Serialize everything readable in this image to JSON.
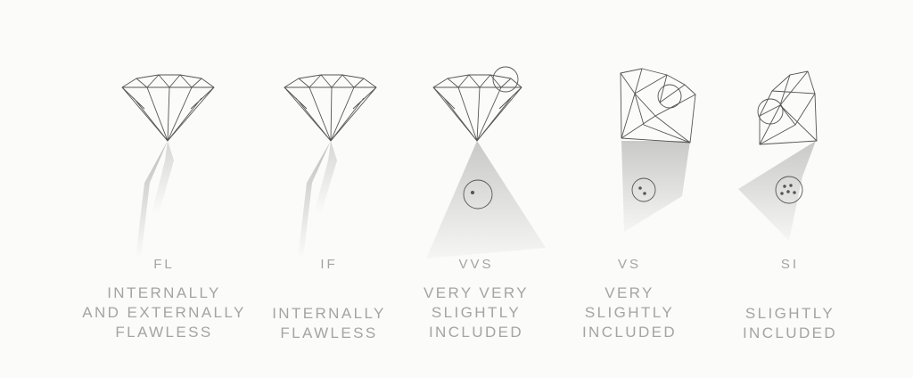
{
  "grades": [
    {
      "code": "FL",
      "description": [
        "INTERNALLY",
        "AND EXTERNALLY",
        "FLAWLESS"
      ]
    },
    {
      "code": "IF",
      "description": [
        "INTERNALLY",
        "FLAWLESS"
      ]
    },
    {
      "code": "VVS",
      "description": [
        "VERY VERY",
        "SLIGHTLY",
        "INCLUDED"
      ]
    },
    {
      "code": "VS",
      "description": [
        "VERY",
        "SLIGHTLY",
        "INCLUDED"
      ]
    },
    {
      "code": "SI",
      "description": [
        "SLIGHTLY",
        "INCLUDED"
      ]
    }
  ],
  "colors": {
    "text": "#a4a4a0",
    "sketch": "#555555",
    "shade": "#9a9a9a",
    "background": "#fbfbfa"
  }
}
